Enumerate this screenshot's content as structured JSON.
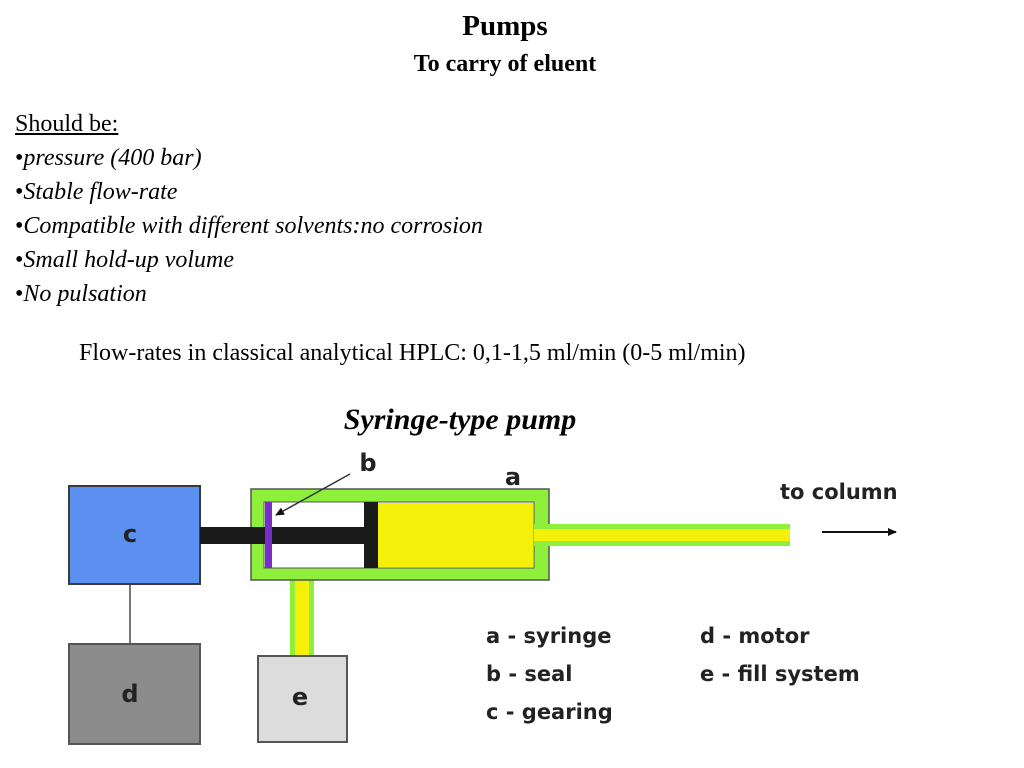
{
  "header": {
    "title": "Pumps",
    "subtitle": "To carry of eluent"
  },
  "requirements": {
    "heading": "Should be:",
    "bullet": "•",
    "items": [
      "pressure (400 bar)",
      "Stable flow-rate",
      "Compatible with different solvents:no corrosion",
      "Small hold-up volume",
      "No pulsation"
    ]
  },
  "flowrates": "Flow-rates in classical analytical HPLC: 0,1-1,5 ml/min (0-5 ml/min)",
  "diagram": {
    "title": "Syringe-type pump",
    "box_labels": {
      "a": "a",
      "b": "b",
      "c": "c",
      "d": "d",
      "e": "e"
    },
    "to_column": "to column",
    "legend": [
      "a - syringe",
      "b - seal",
      "c - gearing",
      "d - motor",
      "e - fill system"
    ],
    "colors": {
      "gearing": "#5b8ff0",
      "motor": "#8c8c8c",
      "fill_system": "#dcdcdc",
      "syringe_body": "#8ef03a",
      "solvent": "#f5f00a",
      "plunger": "#1a1a1a",
      "seal": "#7a2ec8"
    }
  }
}
